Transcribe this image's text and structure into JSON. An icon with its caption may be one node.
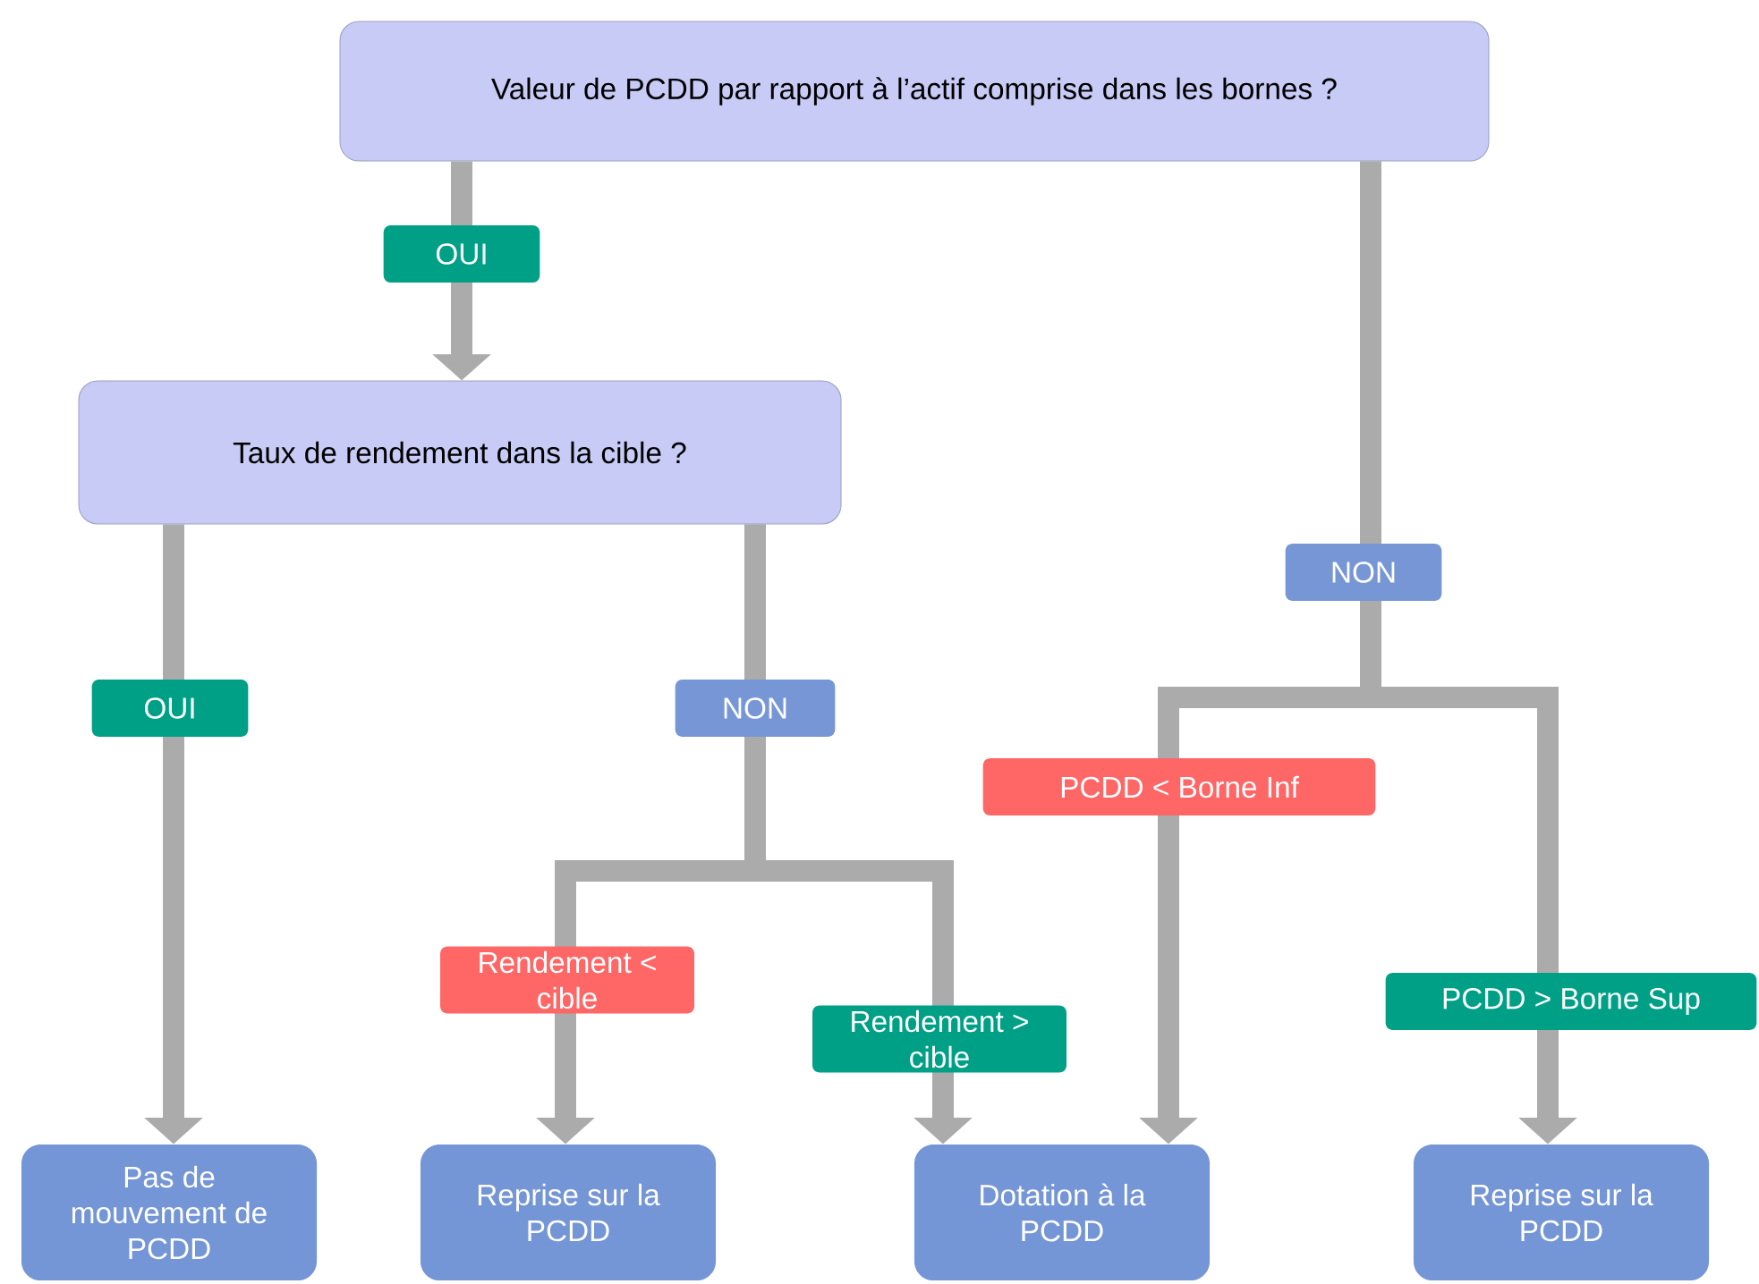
{
  "diagram": {
    "nodes": [
      {
        "text": [
          "Valeur de PCDD par rapport à l’actif comprise dans les bornes ?"
        ]
      },
      {
        "text": [
          "Taux de rendement dans la cible ?"
        ]
      },
      {
        "text": [
          "Pas de mouvement de PCDD"
        ]
      },
      {
        "text": [
          "Reprise sur la PCDD"
        ]
      },
      {
        "text": [
          "Dotation à la PCDD"
        ]
      },
      {
        "text": [
          "Reprise sur la PCDD"
        ]
      }
    ],
    "edges": [
      {
        "from": 0,
        "to": 1,
        "arrow": "to",
        "label": "OUI"
      },
      {
        "from": 1,
        "to": 2,
        "arrow": "to",
        "label": "OUI"
      },
      {
        "from": 1,
        "to": 3,
        "arrow": "to",
        "label": "Rendement < cible"
      },
      {
        "from": 1,
        "to": 4,
        "arrow": "to",
        "label": "Rendement > cible"
      },
      {
        "from": 0,
        "to": 4,
        "arrow": "to",
        "label": "PCDD < Borne Inf"
      },
      {
        "from": 0,
        "to": 5,
        "arrow": "to",
        "label": "PCDD > Borne Sup"
      }
    ],
    "labels": [
      "NON",
      "NON"
    ]
  }
}
